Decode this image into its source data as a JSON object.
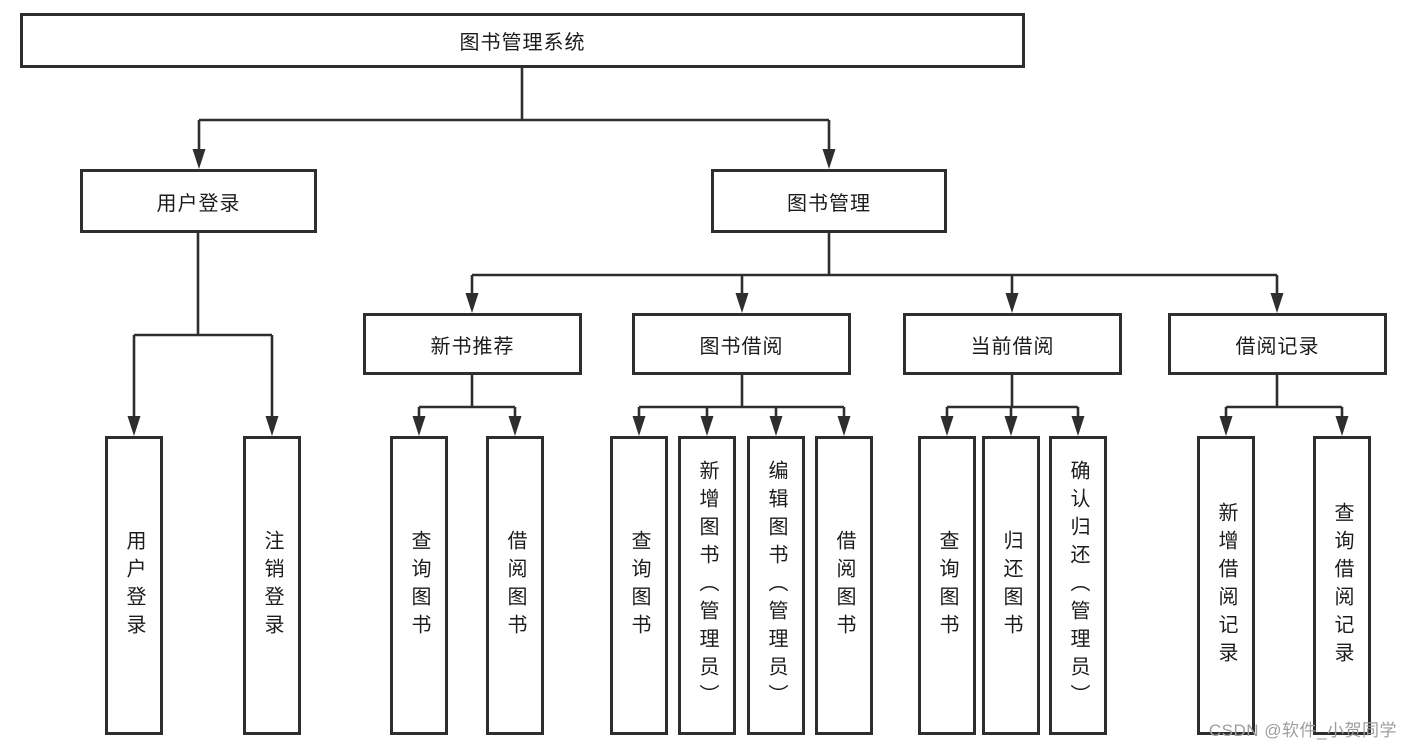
{
  "diagram": {
    "title": "图书管理系统",
    "nodes": {
      "root": {
        "label": "图书管理系统"
      },
      "user_login": {
        "label": "用户登录",
        "children": [
          "用户登录",
          "注销登录"
        ]
      },
      "book_mgmt": {
        "label": "图书管理"
      },
      "new_books": {
        "label": "新书推荐",
        "children": [
          "查询图书",
          "借阅图书"
        ]
      },
      "book_borrow": {
        "label": "图书借阅",
        "children": [
          "查询图书",
          "新增图书（管理员）",
          "编辑图书（管理员）",
          "借阅图书"
        ]
      },
      "current_borrow": {
        "label": "当前借阅",
        "children": [
          "查询图书",
          "归还图书",
          "确认归还（管理员）"
        ]
      },
      "borrow_records": {
        "label": "借阅记录",
        "children": [
          "新增借阅记录",
          "查询借阅记录"
        ]
      }
    },
    "colors": {
      "line": "#2e2e2e",
      "text": "#1c1c1c",
      "background": "#ffffff",
      "watermark": "#9e9e9e"
    }
  },
  "watermark": {
    "text": "CSDN @软件_小贺同学"
  }
}
